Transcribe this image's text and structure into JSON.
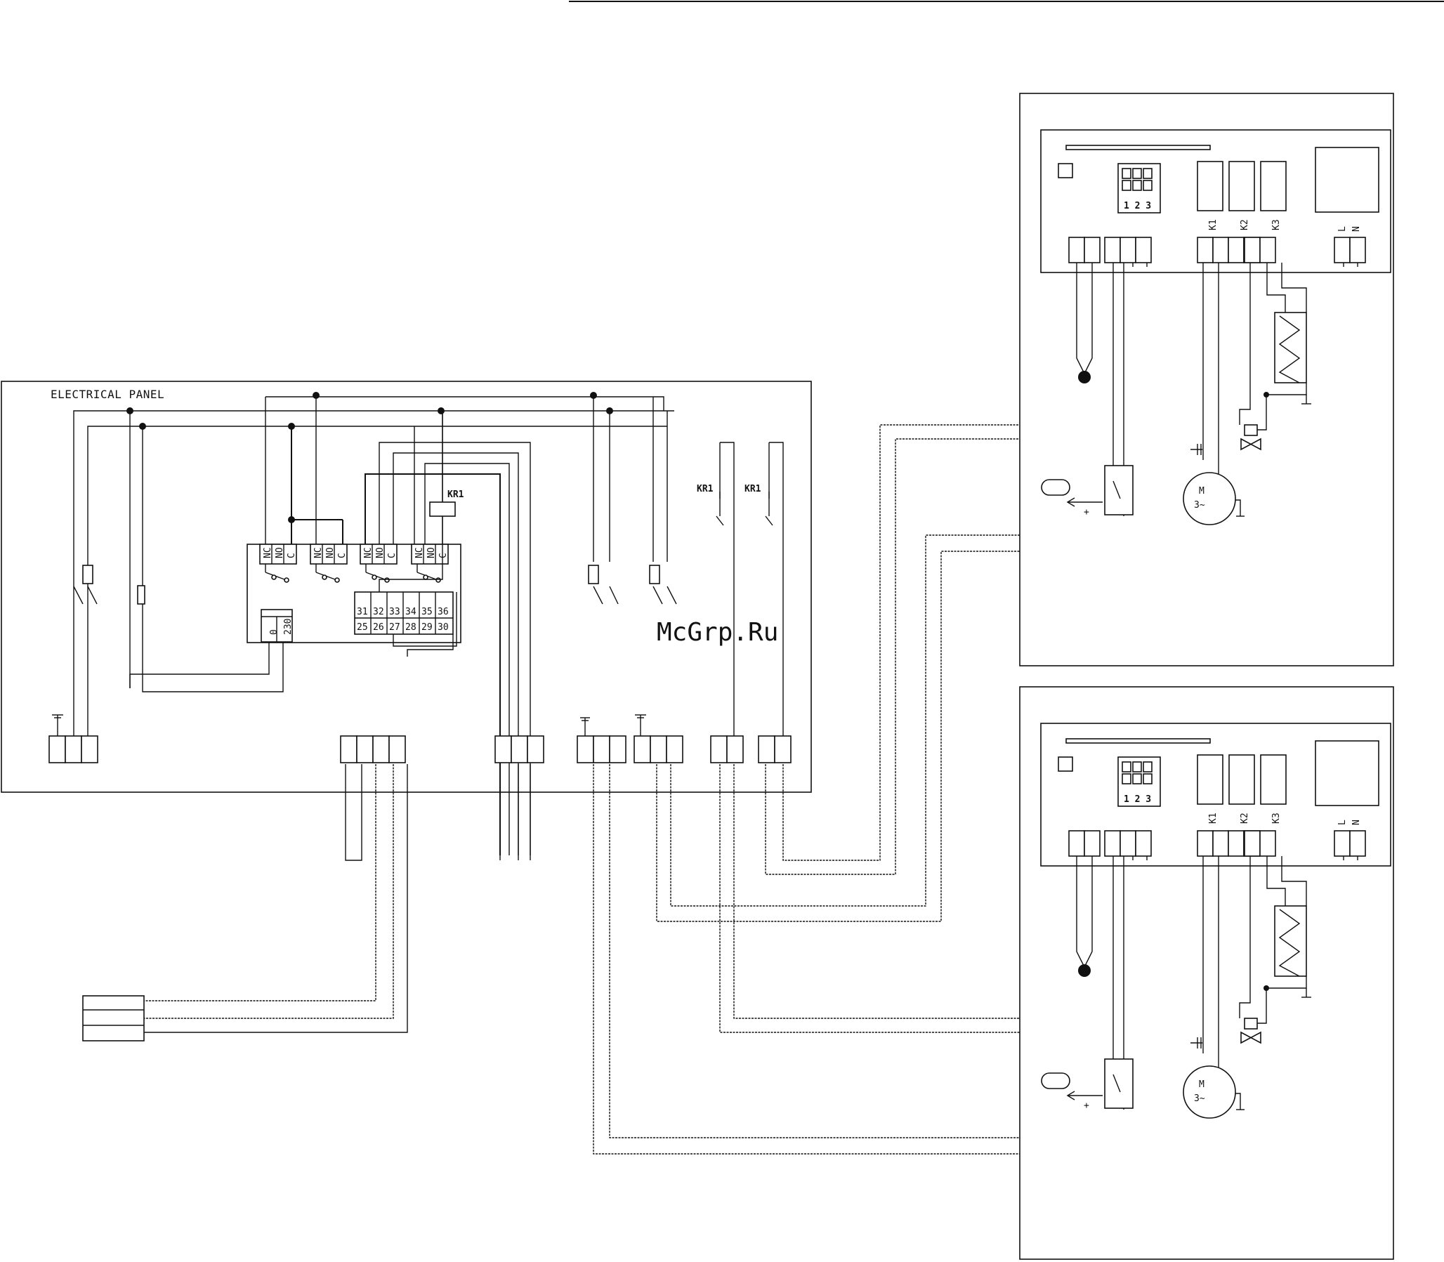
{
  "panel": {
    "title": "ELECTRICAL PANEL"
  },
  "relay": {
    "label": "KR1"
  },
  "relay_contacts": [
    "KR1",
    "KR1"
  ],
  "contact_labels": [
    "NC",
    "NO",
    "C"
  ],
  "supply_labels": [
    "0",
    "230"
  ],
  "terminals_top": [
    "31",
    "32",
    "33",
    "34",
    "35",
    "36"
  ],
  "terminals_bottom": [
    "25",
    "26",
    "27",
    "28",
    "29",
    "30"
  ],
  "unit": {
    "switch_numbers": "1 2 3",
    "contactors": [
      "K1",
      "K2",
      "K3"
    ],
    "supply": [
      "L",
      "N"
    ],
    "motor_top": "M",
    "motor_bottom": "3~",
    "plus_sign": "+"
  },
  "watermark": "McGrp.Ru"
}
